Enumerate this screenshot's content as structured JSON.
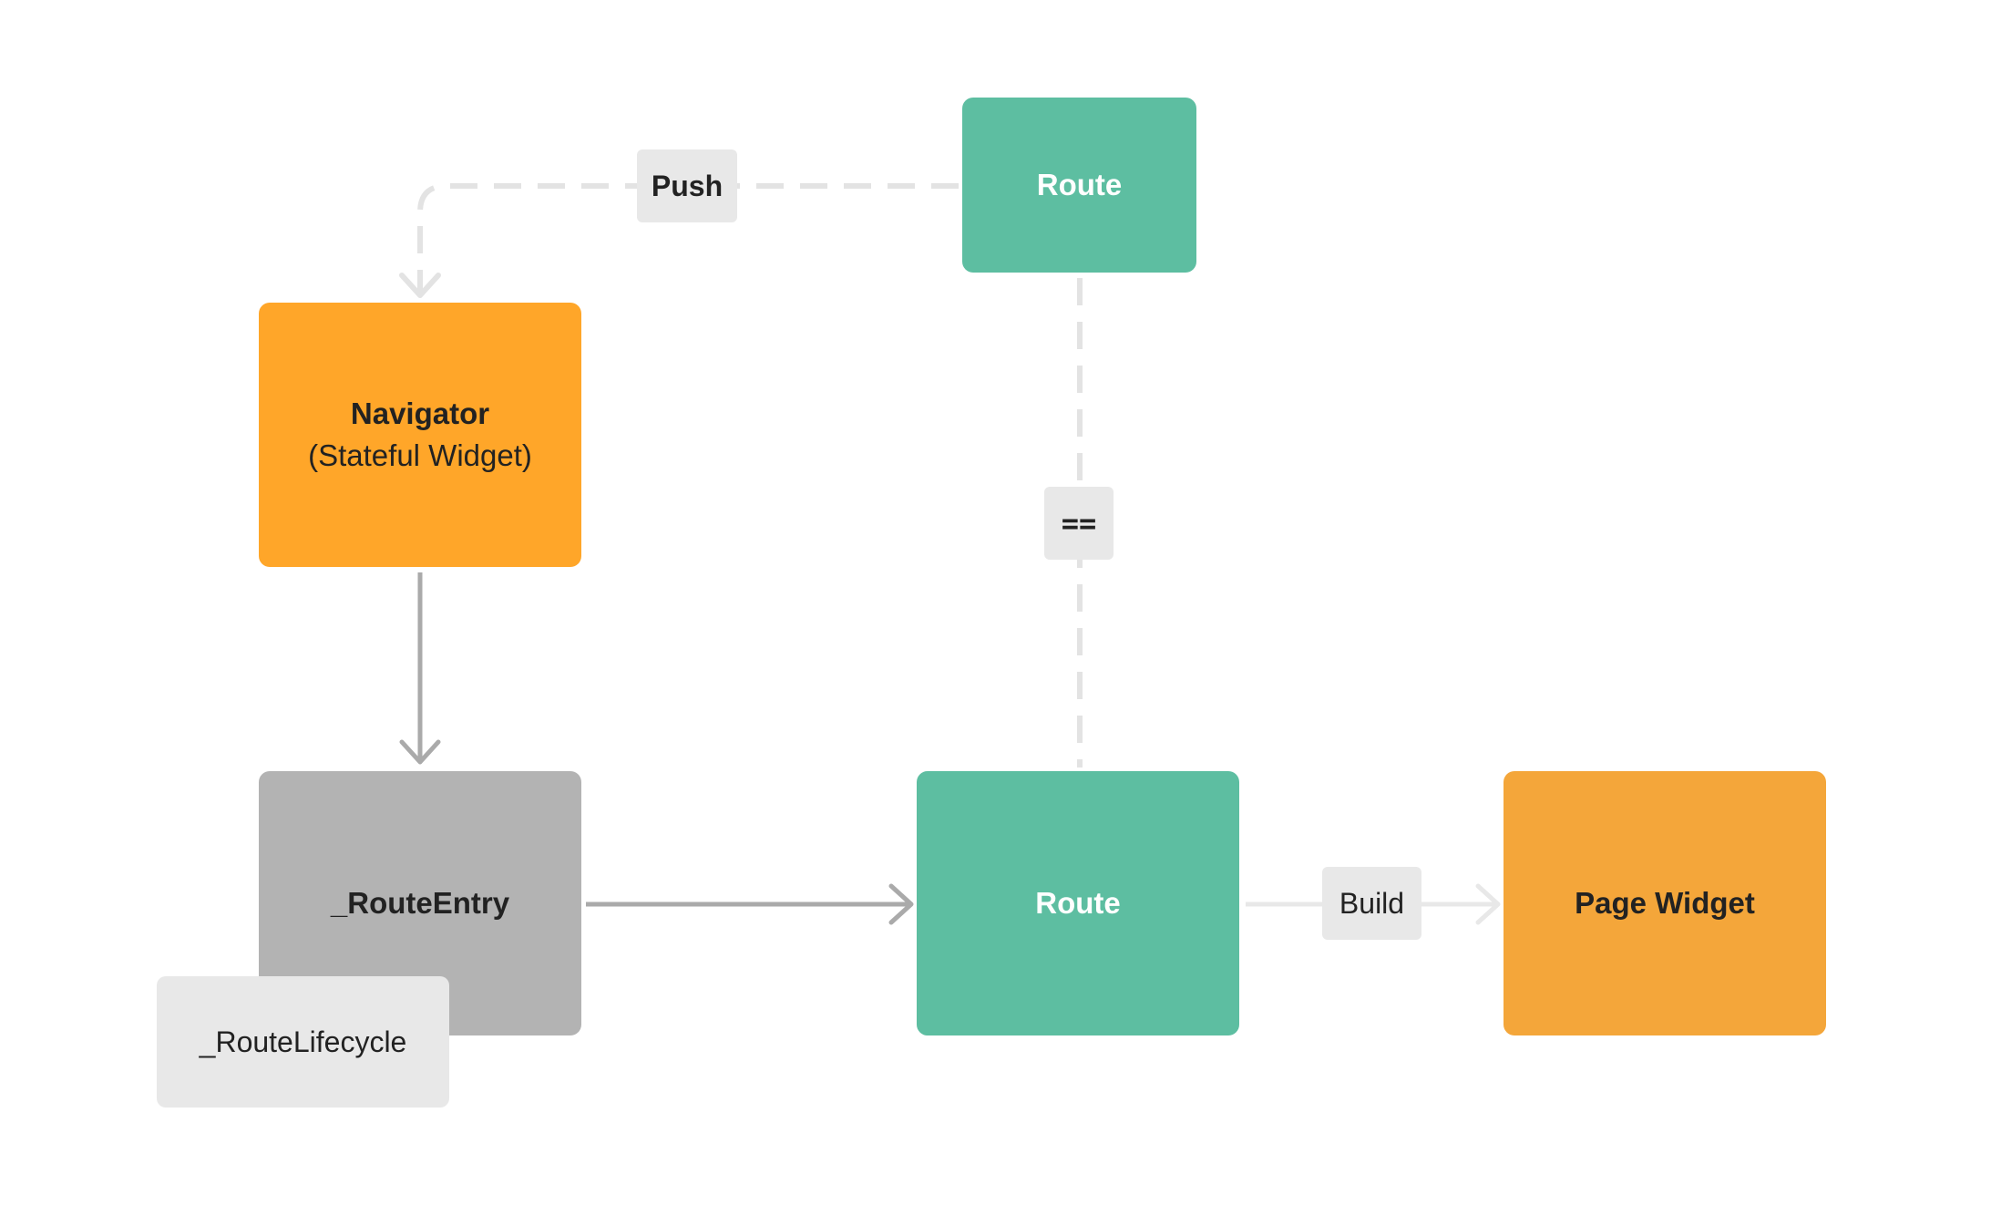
{
  "nodes": {
    "route_top": {
      "title": "Route"
    },
    "navigator": {
      "title": "Navigator",
      "subtitle": "(Stateful Widget)"
    },
    "route_entry": {
      "title": "_RouteEntry"
    },
    "route_lifecycle": {
      "title": "_RouteLifecycle"
    },
    "route_bottom": {
      "title": "Route"
    },
    "page_widget": {
      "title": "Page Widget"
    }
  },
  "edges": {
    "push": {
      "label": "Push",
      "style": "dashed"
    },
    "equals": {
      "label": "==",
      "style": "dashed"
    },
    "build": {
      "label": "Build",
      "style": "solid-light"
    },
    "navigator_to_entry": {
      "style": "solid"
    },
    "entry_to_route": {
      "style": "solid"
    }
  },
  "colors": {
    "route": "#5dbea1",
    "navigator": "#ffa629",
    "route_entry": "#b3b3b3",
    "route_lifecycle": "#e8e8e8",
    "page_widget": "#f4a63a",
    "tag": "#e8e8e8",
    "dashed_line": "#e3e3e3",
    "solid_arrow": "#aaaaaa"
  }
}
